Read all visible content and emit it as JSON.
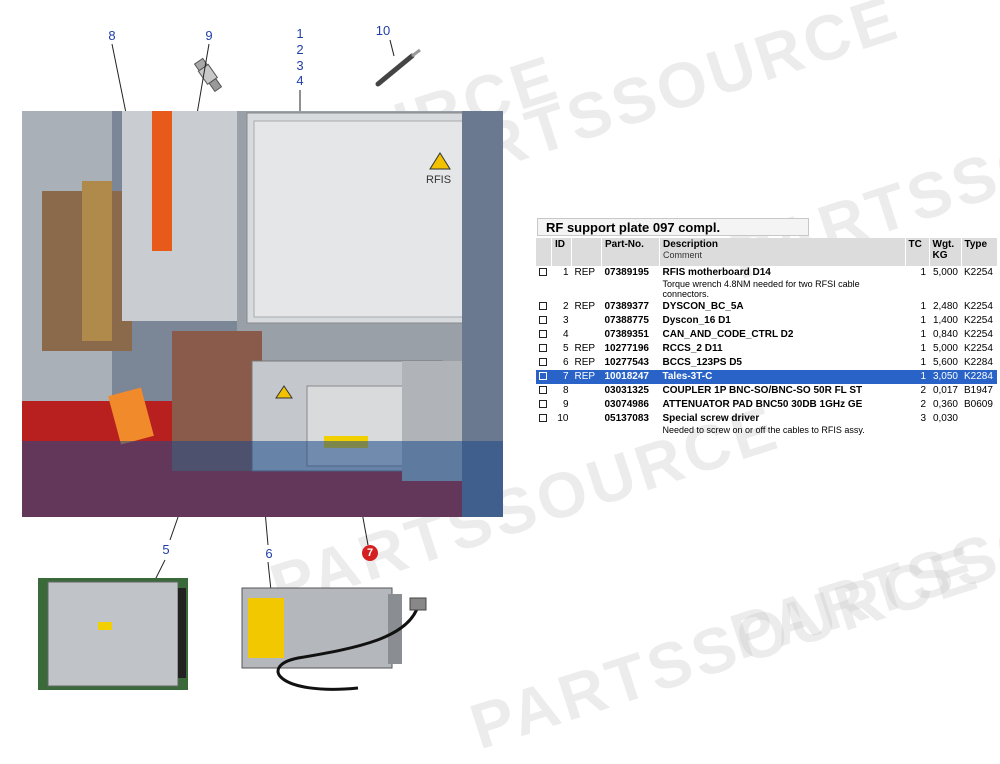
{
  "watermark": "PARTSSOURCE",
  "callouts": [
    {
      "id": "c1",
      "label": "1"
    },
    {
      "id": "c2",
      "label": "2"
    },
    {
      "id": "c3",
      "label": "3"
    },
    {
      "id": "c4",
      "label": "4"
    },
    {
      "id": "c5",
      "label": "5"
    },
    {
      "id": "c6",
      "label": "6"
    },
    {
      "id": "c7",
      "label": "7"
    },
    {
      "id": "c8",
      "label": "8"
    },
    {
      "id": "c9",
      "label": "9"
    },
    {
      "id": "c10",
      "label": "10"
    }
  ],
  "photo": {
    "rfis_label": "RFIS"
  },
  "table": {
    "title": "RF support plate 097 compl.",
    "headers": {
      "id": "ID",
      "part_no": "Part-No.",
      "description": "Description",
      "comment": "Comment",
      "tc": "TC",
      "wgt": "Wgt.",
      "kg": "KG",
      "type": "Type"
    },
    "rows": [
      {
        "id": "1",
        "rep": "REP",
        "part": "07389195",
        "desc": "RFIS motherboard D14",
        "comment": " Torque wrench 4.8NM needed for two RFSI cable connectors.",
        "tc": "1",
        "wgt": "5,000",
        "type": "K2254",
        "selected": false
      },
      {
        "id": "2",
        "rep": "REP",
        "part": "07389377",
        "desc": "DYSCON_BC_5A",
        "comment": "",
        "tc": "1",
        "wgt": "2,480",
        "type": "K2254",
        "selected": false
      },
      {
        "id": "3",
        "rep": "",
        "part": "07388775",
        "desc": "Dyscon_16 D1",
        "comment": "",
        "tc": "1",
        "wgt": "1,400",
        "type": "K2254",
        "selected": false
      },
      {
        "id": "4",
        "rep": "",
        "part": "07389351",
        "desc": "CAN_AND_CODE_CTRL D2",
        "comment": "",
        "tc": "1",
        "wgt": "0,840",
        "type": "K2254",
        "selected": false
      },
      {
        "id": "5",
        "rep": "REP",
        "part": "10277196",
        "desc": "RCCS_2 D11",
        "comment": "",
        "tc": "1",
        "wgt": "5,000",
        "type": "K2254",
        "selected": false
      },
      {
        "id": "6",
        "rep": "REP",
        "part": "10277543",
        "desc": "BCCS_123PS D5",
        "comment": "",
        "tc": "1",
        "wgt": "5,600",
        "type": "K2284",
        "selected": false
      },
      {
        "id": "7",
        "rep": "REP",
        "part": "10018247",
        "desc": "Tales-3T-C",
        "comment": "",
        "tc": "1",
        "wgt": "3,050",
        "type": "K2284",
        "selected": true
      },
      {
        "id": "8",
        "rep": "",
        "part": "03031325",
        "desc": "COUPLER 1P BNC-SO/BNC-SO 50R FL ST",
        "comment": "",
        "tc": "2",
        "wgt": "0,017",
        "type": "B1947",
        "selected": false
      },
      {
        "id": "9",
        "rep": "",
        "part": "03074986",
        "desc": "ATTENUATOR PAD BNC50 30DB 1GHz GE",
        "comment": "",
        "tc": "2",
        "wgt": "0,360",
        "type": "B0609",
        "selected": false
      },
      {
        "id": "10",
        "rep": "",
        "part": "05137083",
        "desc": "Special screw driver",
        "comment": "Needed to screw on or off the cables to RFIS assy.",
        "tc": "3",
        "wgt": "0,030",
        "type": "",
        "selected": false
      }
    ]
  }
}
